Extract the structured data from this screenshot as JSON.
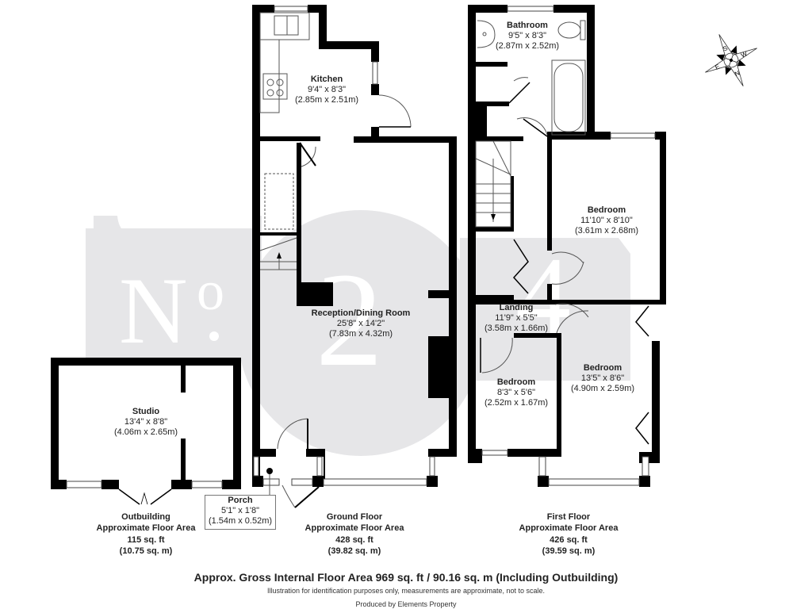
{
  "watermark": {
    "text_no": "N",
    "text_sup": "o",
    "digits": [
      "2",
      "4"
    ],
    "color": "#e6e6e8"
  },
  "compass": {
    "labels": {
      "n": "N",
      "s": "S",
      "e": "E",
      "w": "W"
    }
  },
  "rooms": {
    "kitchen": {
      "name": "Kitchen",
      "imperial": "9'4\" x 8'3\"",
      "metric": "(2.85m x 2.51m)"
    },
    "reception": {
      "name": "Reception/Dining Room",
      "imperial": "25'8\" x 14'2\"",
      "metric": "(7.83m x 4.32m)"
    },
    "porch": {
      "name": "Porch",
      "imperial": "5'1\" x 1'8\"",
      "metric": "(1.54m x 0.52m)"
    },
    "studio": {
      "name": "Studio",
      "imperial": "13'4\" x 8'8\"",
      "metric": "(4.06m x 2.65m)"
    },
    "bathroom": {
      "name": "Bathroom",
      "imperial": "9'5\" x 8'3\"",
      "metric": "(2.87m x 2.52m)"
    },
    "bedroom_rear": {
      "name": "Bedroom",
      "imperial": "11'10\" x 8'10\"",
      "metric": "(3.61m x 2.68m)"
    },
    "landing": {
      "name": "Landing",
      "imperial": "11'9\" x 5'5\"",
      "metric": "(3.58m x 1.66m)"
    },
    "bedroom_small": {
      "name": "Bedroom",
      "imperial": "8'3\" x 5'6\"",
      "metric": "(2.52m x 1.67m)"
    },
    "bedroom_front": {
      "name": "Bedroom",
      "imperial": "13'5\" x 8'6\"",
      "metric": "(4.90m x 2.59m)"
    }
  },
  "floors": {
    "outbuilding": {
      "title": "Outbuilding",
      "subtitle": "Approximate Floor Area",
      "sqft": "115 sq. ft",
      "sqm": "(10.75 sq. m)"
    },
    "ground": {
      "title": "Ground Floor",
      "subtitle": "Approximate Floor Area",
      "sqft": "428 sq. ft",
      "sqm": "(39.82 sq. m)"
    },
    "first": {
      "title": "First Floor",
      "subtitle": "Approximate Floor Area",
      "sqft": "426 sq. ft",
      "sqm": "(39.59 sq. m)"
    }
  },
  "footer": {
    "gross": "Approx. Gross Internal Floor Area 969 sq. ft / 90.16 sq. m (Including Outbuilding)",
    "disclaimer": "Illustration for identification purposes only, measurements are approximate, not to scale.",
    "producer": "Produced by Elements Property"
  }
}
